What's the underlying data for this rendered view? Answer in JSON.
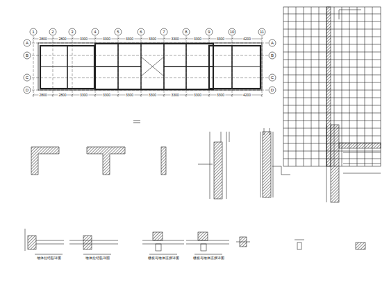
{
  "diagram": {
    "labels": [
      "1",
      "2",
      "3",
      "4",
      "5",
      "6",
      "7",
      "8",
      "9",
      "10",
      "11",
      "A",
      "B",
      "C",
      "D",
      "A",
      "B",
      "C",
      "D",
      "2800",
      "2800",
      "3300",
      "3300",
      "3300",
      "3300",
      "3300",
      "3300",
      "3300",
      "4200",
      "2800",
      "2800",
      "3300",
      "3300",
      "3300",
      "3300",
      "3300",
      "3300",
      "3300",
      "4200",
      "墙体拉结筋详图",
      "墙体拉结筋详图",
      "楼板与墙体连接详图",
      "楼板与墙体连接详图"
    ]
  }
}
